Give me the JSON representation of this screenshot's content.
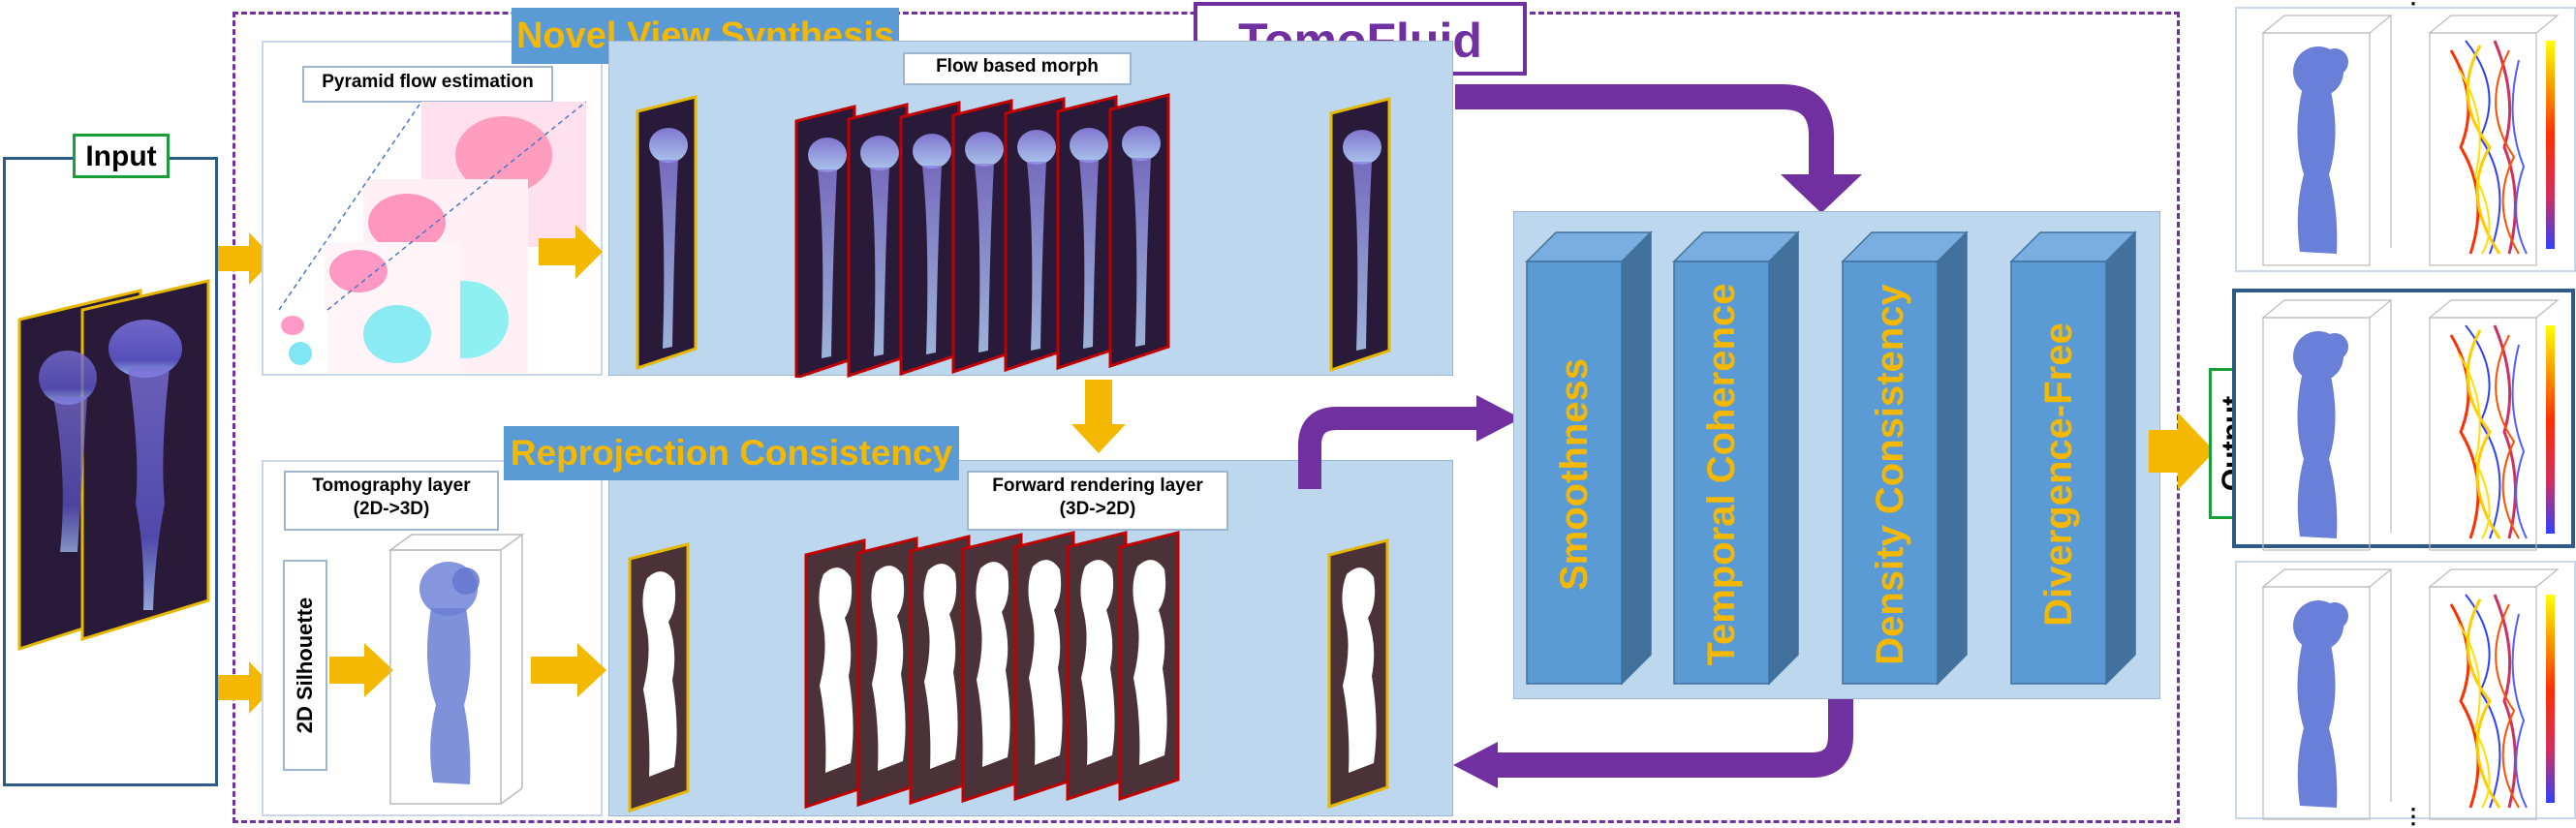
{
  "title": "TomoFluid",
  "input_label": "Input",
  "output_label": "Output",
  "nvs_title": "Novel View Synthesis",
  "reproj_title": "Reprojection Consistency",
  "pyramid_label": "Pyramid flow estimation",
  "flow_morph_label": "Flow based morph",
  "tomo_label": "Tomography layer\n(2D->3D)",
  "forward_label": "Forward rendering layer\n(3D->2D)",
  "silhouette_label": "2D Silhouette",
  "losses": [
    "Smoothness",
    "Temporal Coherence",
    "Density Consistency",
    "Divergence-Free"
  ],
  "colors": {
    "purple": "#7030a0",
    "orange": "#f5b800",
    "panel_blue": "#bdd7ee",
    "tower_blue": "#5b9bd5",
    "frame_red": "#c00000",
    "frame_gold": "#e6b800",
    "input_border": "#2e5a87",
    "label_green": "#1a9e3a"
  }
}
